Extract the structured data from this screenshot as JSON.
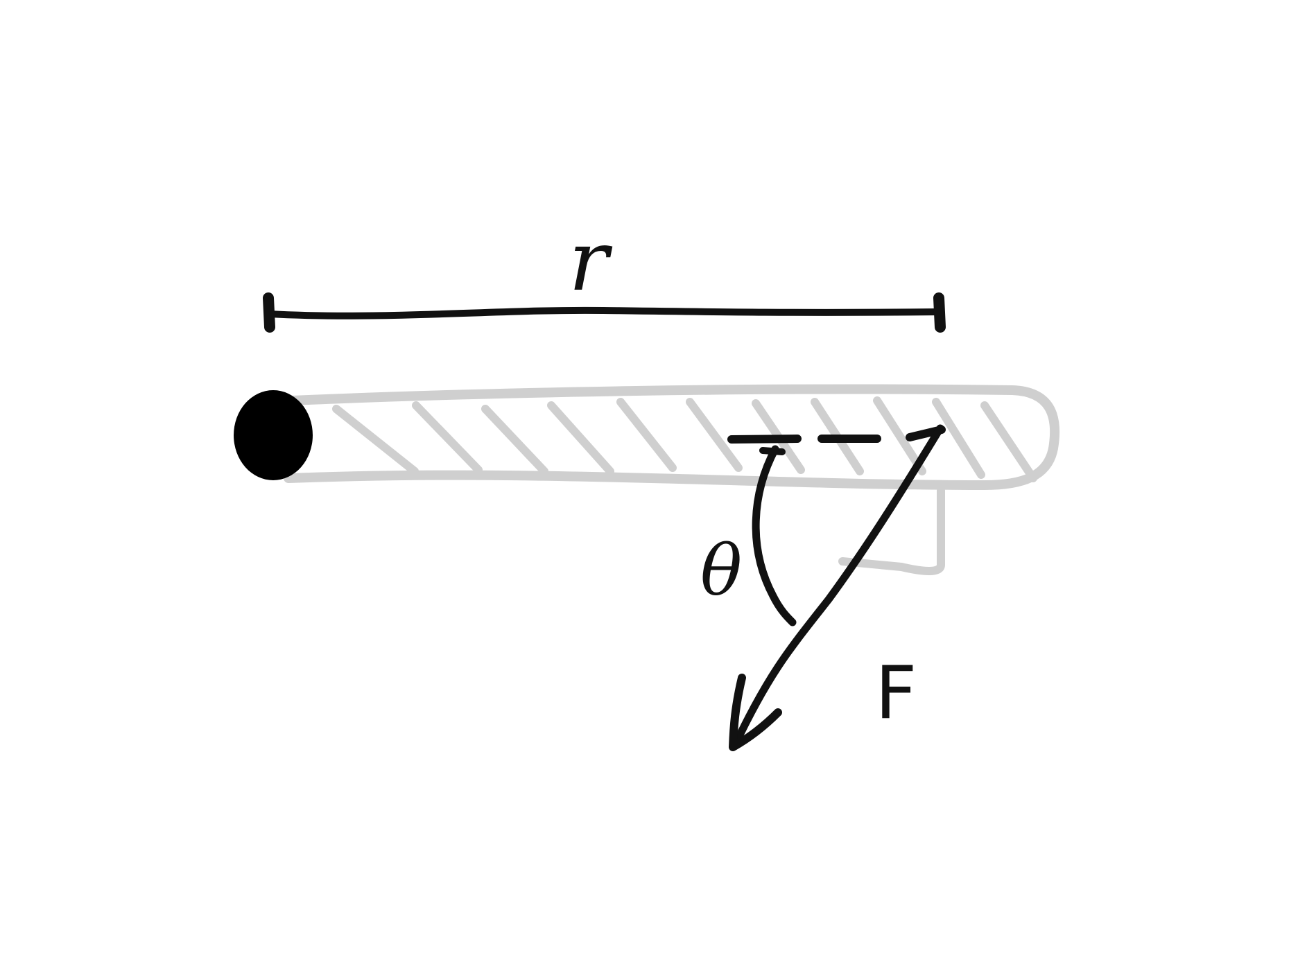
{
  "labels": {
    "distance": "r",
    "angle": "θ",
    "force": "F"
  },
  "colors": {
    "ink": "#111111",
    "rod_outline": "#cfcfcf",
    "pivot": "#000000",
    "background": "#ffffff"
  }
}
